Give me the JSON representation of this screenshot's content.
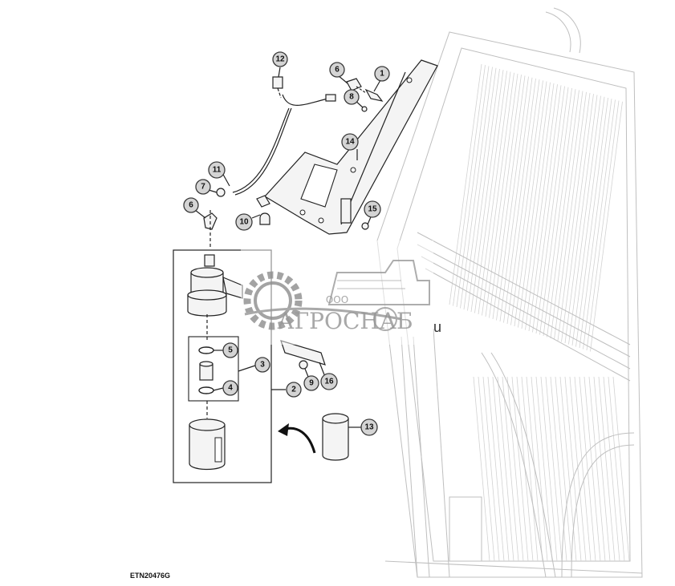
{
  "figure": {
    "id_label": "ETN20476G"
  },
  "callouts": [
    {
      "key": "c1",
      "label": "1"
    },
    {
      "key": "c2",
      "label": "2"
    },
    {
      "key": "c3",
      "label": "3"
    },
    {
      "key": "c4",
      "label": "4"
    },
    {
      "key": "c5",
      "label": "5"
    },
    {
      "key": "c6a",
      "label": "6"
    },
    {
      "key": "c6b",
      "label": "6"
    },
    {
      "key": "c7",
      "label": "7"
    },
    {
      "key": "c8",
      "label": "8"
    },
    {
      "key": "c9",
      "label": "9"
    },
    {
      "key": "c10",
      "label": "10"
    },
    {
      "key": "c11",
      "label": "11"
    },
    {
      "key": "c12",
      "label": "12"
    },
    {
      "key": "c13",
      "label": "13"
    },
    {
      "key": "c14",
      "label": "14"
    },
    {
      "key": "c15",
      "label": "15"
    },
    {
      "key": "c16",
      "label": "16"
    }
  ],
  "watermark": {
    "small": "ООО",
    "brand": "АГРОСНАБ",
    "suffix": "u"
  },
  "colors": {
    "line": "#222222",
    "callout_fill": "#d4d4d4",
    "watermark": "#8c8c8c"
  }
}
